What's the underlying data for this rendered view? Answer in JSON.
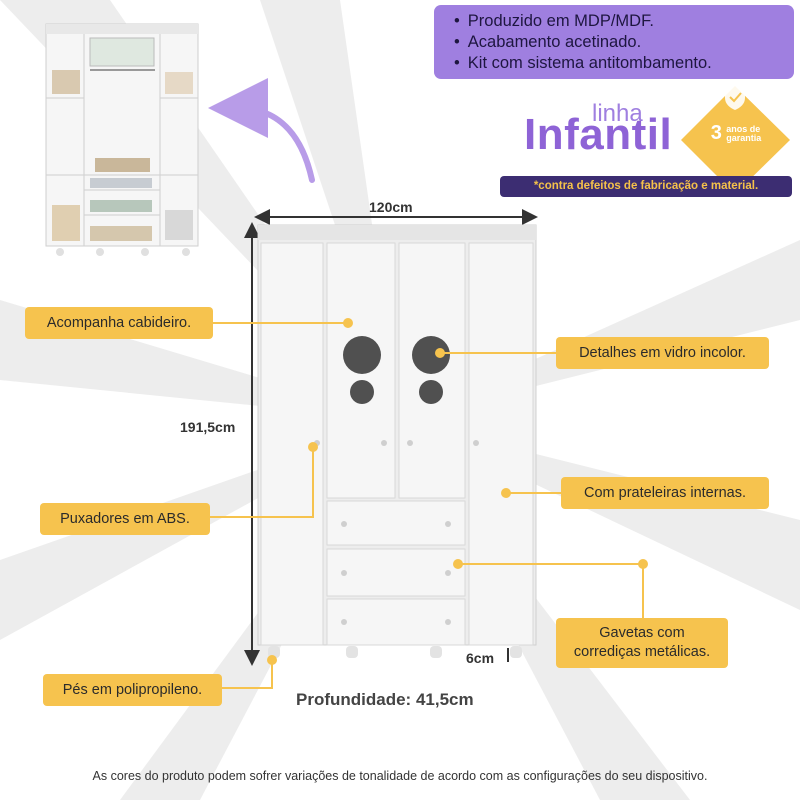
{
  "features": [
    "Produzido em MDP/MDF.",
    "Acabamento acetinado.",
    "Kit com sistema antitombamento."
  ],
  "brand": {
    "line": "linha",
    "name": "Infantil"
  },
  "guarantee": {
    "number": "3",
    "line1": "anos de",
    "line2": "garantia"
  },
  "guarantee_note": "*contra defeitos de fabricação e material.",
  "dimensions": {
    "width": "120cm",
    "height": "191,5cm",
    "feet": "6cm",
    "depth": "Profundidade: 41,5cm"
  },
  "callouts": {
    "hanger": "Acompanha cabideiro.",
    "handles": "Puxadores em ABS.",
    "feet": "Pés em polipropileno.",
    "glass": "Detalhes em vidro incolor.",
    "shelves": "Com prateleiras internas.",
    "drawers_line1": "Gavetas com",
    "drawers_line2": "corrediças metálicas."
  },
  "footer": "As cores do produto podem sofrer variações de tonalidade de acordo com as configurações do seu dispositivo.",
  "colors": {
    "purple": "#9f7fe0",
    "dark_purple": "#3c2d72",
    "yellow": "#f6c34e",
    "text_dark": "#1e1640",
    "wardrobe": "#f2f2f2"
  }
}
